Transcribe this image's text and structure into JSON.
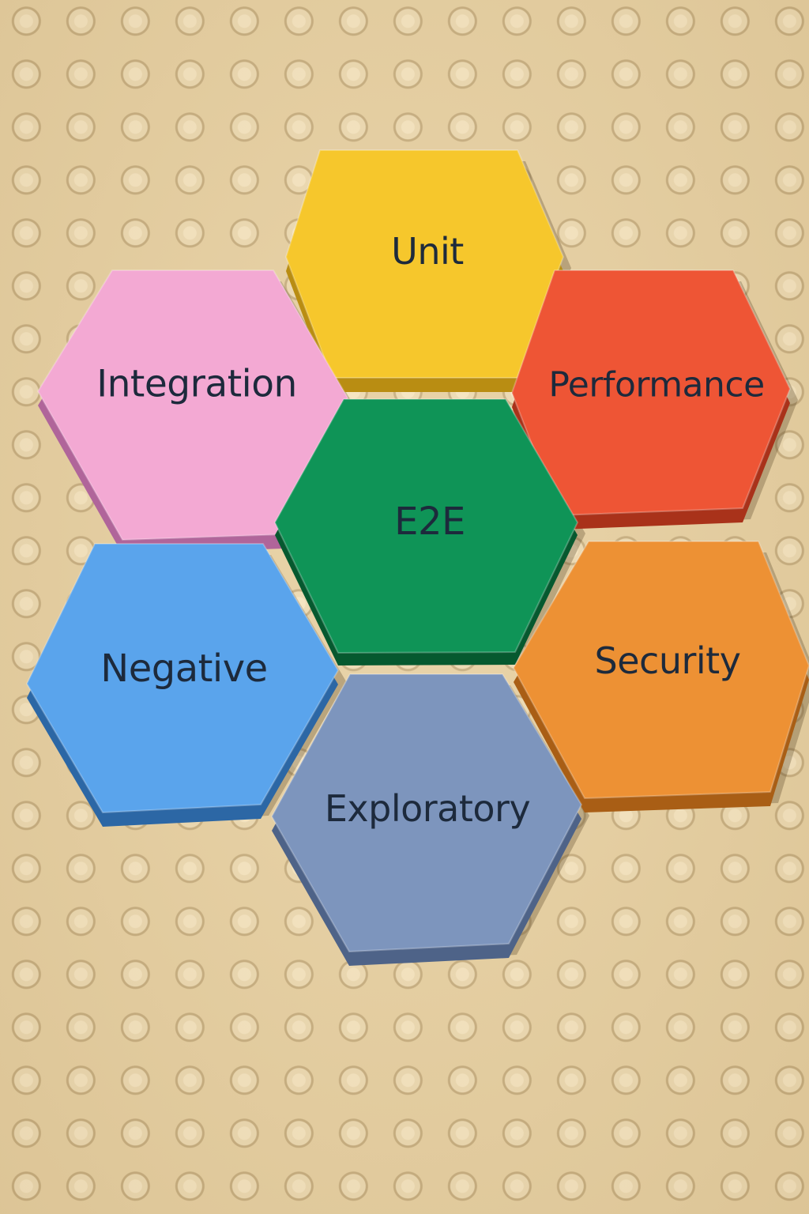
{
  "tiles": [
    {
      "id": "unit",
      "label": "Unit",
      "color": "#f6c72c",
      "shade": "#b98d12"
    },
    {
      "id": "integration",
      "label": "Integration",
      "color": "#f3a9d3",
      "shade": "#b0659a"
    },
    {
      "id": "performance",
      "label": "Performance",
      "color": "#ee5535",
      "shade": "#a9321a"
    },
    {
      "id": "e2e",
      "label": "E2E",
      "color": "#0f9457",
      "shade": "#06592f"
    },
    {
      "id": "negative",
      "label": "Negative",
      "color": "#5aa4ec",
      "shade": "#2c67a5"
    },
    {
      "id": "security",
      "label": "Security",
      "color": "#ed9134",
      "shade": "#a95e15"
    },
    {
      "id": "exploratory",
      "label": "Exploratory",
      "color": "#7d95bd",
      "shade": "#4e6388"
    }
  ]
}
